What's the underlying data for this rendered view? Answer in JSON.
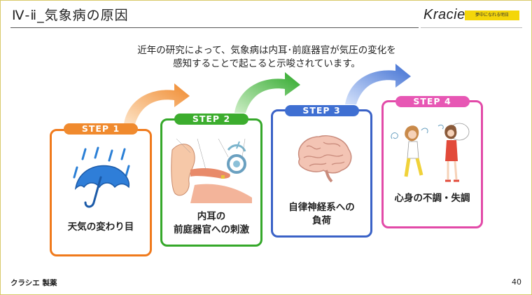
{
  "header": {
    "title": "Ⅳ-ⅱ_気象病の原因",
    "brand": "Kracie",
    "tagline": "夢中になれる明日"
  },
  "intro": {
    "line1": "近年の研究によって、気象病は内耳･前庭器官が気圧の変化を",
    "line2": "感知することで起こると示唆されています。"
  },
  "steps": [
    {
      "badge": "STEP 1",
      "label_lines": [
        "天気の変わり目"
      ],
      "accent": "#f07a1c",
      "icon": "umbrella-rain-icon"
    },
    {
      "badge": "STEP 2",
      "label_lines": [
        "内耳の",
        "前庭器官への刺激"
      ],
      "accent": "#35a82a",
      "icon": "inner-ear-diagram"
    },
    {
      "badge": "STEP 3",
      "label_lines": [
        "自律神経系への",
        "負荷"
      ],
      "accent": "#3a62c7",
      "icon": "brain-icon"
    },
    {
      "badge": "STEP 4",
      "label_lines": [
        "心身の不調・失調"
      ],
      "accent": "#e24aa8",
      "icon": "dizzy-people-illustration"
    }
  ],
  "footer": {
    "company": "クラシエ 製薬",
    "page": "40"
  }
}
